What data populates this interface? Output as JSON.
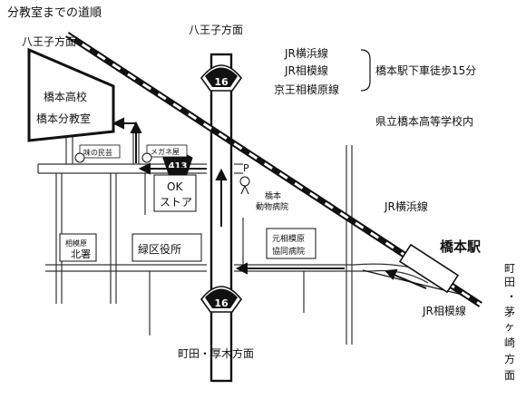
{
  "title": "分教室までの道順",
  "directions": {
    "hachioji_left": "八王子方面",
    "hachioji_top": "八王子方面",
    "machida_atsugi": "町田・厚木方面",
    "machida_kamiyaguchi_v": [
      "町",
      "田",
      "・",
      "茅",
      "ヶ",
      "崎",
      "方",
      "面"
    ]
  },
  "route_number": "16",
  "route_number_2": "413",
  "school": {
    "line1": "橋本高校",
    "line2": "橋本分教室"
  },
  "landmarks": {
    "restaurant": "味の民芸",
    "megane": "メガネ屋",
    "ok_store_1": "OK",
    "ok_store_2": "ストア",
    "parking": "P",
    "animal_hospital_1": "橋本",
    "animal_hospital_2": "動物病院",
    "police_1": "相模原",
    "police_2": "北署",
    "ward_office": "緑区役所",
    "clinic_1": "元相模原",
    "clinic_2": "協同病院",
    "station": "橋本駅"
  },
  "lines": {
    "yokohama": "JR横浜線",
    "sagami": "JR相模線",
    "keio": "京王相模原線",
    "walk": "橋本駅下車徒歩15分",
    "school_name_inside": "県立橋本高等学校内",
    "yokohama_map": "JR横浜線",
    "sagami_map": "JR相模線"
  },
  "colors": {
    "ink": "#111111",
    "road_fill": "#ffffff",
    "rail": "#111111"
  }
}
